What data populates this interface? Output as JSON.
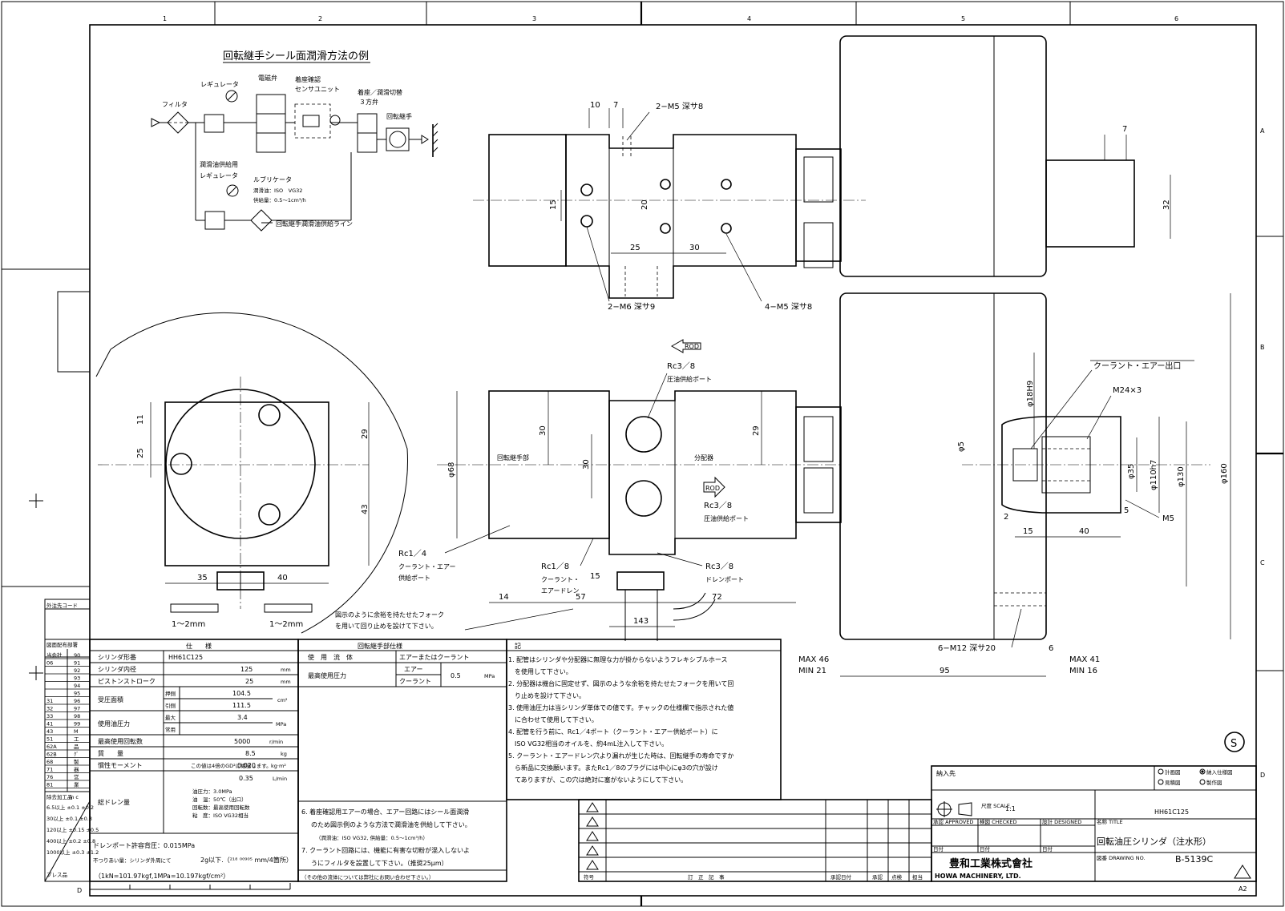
{
  "grid": {
    "columns": [
      "1",
      "2",
      "3",
      "4",
      "5",
      "6"
    ],
    "rows": [
      "A",
      "B",
      "C",
      "D"
    ]
  },
  "schematic": {
    "title": "回転継手シール面潤滑方法の例",
    "filter": "フィルタ",
    "regulator": "レギュレータ",
    "solenoid_valve": "電磁弁",
    "seat_sensor_1": "着座確認",
    "seat_sensor_2": "センサユニット",
    "switch_valve_1": "着座／潤滑切替",
    "switch_valve_2": "３方弁",
    "rotary_joint": "回転継手",
    "lube_regulator_1": "潤滑油供給用",
    "lube_regulator_2": "レギュレータ",
    "lubricator": "ルブリケータ",
    "lube_oil": "潤滑油：ISO　VG32",
    "lube_amount": "供給量：0.5～1cm³/h",
    "lube_line": "回転継手潤滑油供給ライン"
  },
  "top_view": {
    "d_10": "10",
    "d_7": "7",
    "m5_top": "2−M5 深サ8",
    "d_15": "15",
    "d_20": "20",
    "d_25": "25",
    "d_30": "30",
    "m6": "2−M6 深サ9",
    "m5_four": "4−M5 深サ8",
    "d_7b": "7",
    "d_32": "32"
  },
  "front_view": {
    "rod_top": "ROD",
    "rc38_top": "Rc3／8",
    "rc38_top_label": "圧油供給ポート",
    "rod_mid": "ROD",
    "rc38_mid": "Rc3／8",
    "rc38_mid_label": "圧油供給ポート",
    "rotary_part": "回転継手部",
    "distributor": "分配器",
    "d_68": "φ68",
    "d_30a": "30",
    "d_30b": "30",
    "d_29": "29",
    "rc14": "Rc1／4",
    "rc14_l1": "クーラント・エアー",
    "rc14_l2": "供給ポート",
    "rc18": "Rc1／8",
    "rc18_l1": "クーラント・",
    "rc18_l2": "エアードレン",
    "d_15f": "15",
    "rc38_drain": "Rc3／8",
    "rc38_drain_label": "ドレンポート",
    "d_14": "14",
    "d_57": "57",
    "d_72": "72",
    "d_143": "143",
    "fork_note_1": "図示のように余裕を持たせたフォーク",
    "fork_note_2": "を用いて回り止めを設けて下さい。"
  },
  "side_view": {
    "d_11": "11",
    "d_25": "25",
    "d_29": "29",
    "d_43": "43",
    "d_35": "35",
    "d_40": "40",
    "gap_left": "1～2mm",
    "gap_right": "1～2mm"
  },
  "right_view": {
    "coolant_outlet": "クーラント・エアー出口",
    "m24": "M24×3",
    "d_18h9": "φ18H9",
    "d_5": "φ5",
    "d_35": "φ35",
    "d_110h7": "φ110h7",
    "d_130": "φ130",
    "d_160": "φ160",
    "d_2": "2",
    "d_15": "15",
    "d_40": "40",
    "d_5b": "5",
    "m5": "M5",
    "m12": "6−M12 深サ20",
    "d_6": "6",
    "max46": "MAX 46",
    "min21": "MIN 21",
    "d_95": "95",
    "max41": "MAX 41",
    "min16": "MIN 16"
  },
  "spec_table": {
    "header": "仕　　様",
    "rows": [
      {
        "label": "シリンダ形番",
        "value": "HH61C125",
        "unit": ""
      },
      {
        "label": "シリンダ内径",
        "value": "125",
        "unit": "mm"
      },
      {
        "label": "ピストンストローク",
        "value": "25",
        "unit": "mm"
      },
      {
        "label": "受圧面積",
        "sub1": "押側",
        "v1": "104.5",
        "sub2": "引側",
        "v2": "111.5",
        "unit": "cm²"
      },
      {
        "label": "使用油圧力",
        "sub1": "最大",
        "v1": "3.4",
        "sub2": "常用",
        "v2": "",
        "unit": "MPa"
      },
      {
        "label": "最高使用回転数",
        "value": "5000",
        "unit": "r/min"
      },
      {
        "label": "質　　量",
        "value": "8.5",
        "unit": "kg"
      },
      {
        "label": "慣性モーメント",
        "value": "0.020",
        "unit": "kg·m²",
        "note": "この値は4倍のGD²に相当します。"
      },
      {
        "label": "総ドレン量",
        "value": "0.35",
        "unit": "L/min",
        "cond1": "油圧力：3.0MPa",
        "cond2": "油　温：50℃（出口）",
        "cond3": "回転数：最高使用回転数",
        "cond4": "粘　度：ISO VG32相当"
      }
    ],
    "drain_pressure": "ドレンポート許容背圧：0.015MPa",
    "balance_label": "不つりあい量：シリンダ外周にて",
    "balance_value": "2g以下.（²¹⁸ ⁰⁰⁹⁰⁵ mm/4箇所）",
    "unit_note": "（1kN=101.97kgf,1MPa=10.197kgf/cm²）"
  },
  "joint_table": {
    "header": "回転継手部仕様",
    "fluid_label": "使　用　流　体",
    "fluid_value": "エアーまたはクーラント",
    "pressure_label": "最高使用圧力",
    "air": "エアー",
    "coolant": "クーラント",
    "pressure_value": "0.5",
    "pressure_unit": "MPa",
    "note6_1": "6. 着座確認用エアーの場合、エアー回路にはシール面潤滑",
    "note6_2": "のため図示例のような方法で潤滑油を供給して下さい。",
    "note6_3": "（潤滑油：ISO VG32, 供給量：0.5～1cm³/h）",
    "note7_1": "7. クーラント回路には、機能に有害な切粉が混入しないよ",
    "note7_2": "うにフィルタを設置して下さい。（推奨25μm）",
    "note_other": "（その他の流体については弊社にお問い合わせ下さい。）"
  },
  "notes": {
    "header": "記",
    "lines": [
      "1. 配管はシリンダや分配器に無理な力が掛からないようフレキシブルホース",
      "　を使用して下さい。",
      "2. 分配器は機台に固定せず、図示のような余裕を持たせたフォークを用いて回",
      "　り止めを設けて下さい。",
      "3. 使用油圧力は当シリンダ単体での値です。チャックの仕様欄で指示された値",
      "　に合わせて使用して下さい。",
      "4. 配管を行う前に、Rc1／4ポート（クーラント・エアー供給ポート）に",
      "　ISO VG32相当のオイルを、約4mL注入して下さい。",
      "5. クーラント・エアードレン穴より漏れが生じた時は、回転継手の寿命ですか",
      "　ら新品に交換願います。またRc1／8のプラグには中心にφ3の穴が設け",
      "　てありますが、この穴は絶対に塞がないようにして下さい。"
    ]
  },
  "left_tables": {
    "external_code": "外注先コード",
    "distribution": "図面配布部署",
    "dist_codes": [
      "90",
      "91",
      "92",
      "93",
      "94",
      "95",
      "96",
      "97",
      "98",
      "99",
      "M",
      "工",
      "品",
      "ｸﾞ",
      "製",
      "器",
      "営",
      "業"
    ],
    "dist_left": [
      "当会社",
      "06",
      "",
      "",
      "",
      "",
      "31",
      "32",
      "33",
      "41",
      "43",
      "51",
      "62A",
      "62B",
      "68",
      "71",
      "76",
      "81"
    ],
    "tolerance": "除去加工品",
    "tol_head": [
      "m",
      "c"
    ],
    "tol_rows": [
      [
        "6.5以上",
        "±0.1",
        "±0.2"
      ],
      [
        "30以上",
        "±0.1",
        "±0.3"
      ],
      [
        "120以上",
        "±0.15",
        "±0.5"
      ],
      [
        "400以上",
        "±0.2",
        "±0.8"
      ],
      [
        "1000以上",
        "±0.3",
        "±1.2"
      ]
    ],
    "press": "プレス品"
  },
  "title_block": {
    "customer": "納入先",
    "opt1": "計画図",
    "opt2": "納入仕様図",
    "opt3": "見積図",
    "opt4": "製作図",
    "scale_label": "尺度 SCALE",
    "scale": "1:1",
    "approved": "承認 APPROVED",
    "checked": "検図 CHECKED",
    "designed": "設計 DESIGNED",
    "date": "日付",
    "title_label": "名称 TITLE",
    "model": "HH61C125",
    "name": "回転油圧シリンダ（注水形）",
    "company_jp": "豊和工業株式會社",
    "company_en": "HOWA MACHINERY, LTD.",
    "drawing_label": "図番 DRAWING NO.",
    "drawing_no": "B-5139C",
    "size": "A2",
    "rev_code": "符号",
    "rev_content": "訂　正　記　事",
    "rev_date": "承認日付",
    "rev_approve": "承認",
    "rev_check": "点検",
    "rev_person": "担当",
    "s_mark": "S",
    "d_mark": "D"
  }
}
